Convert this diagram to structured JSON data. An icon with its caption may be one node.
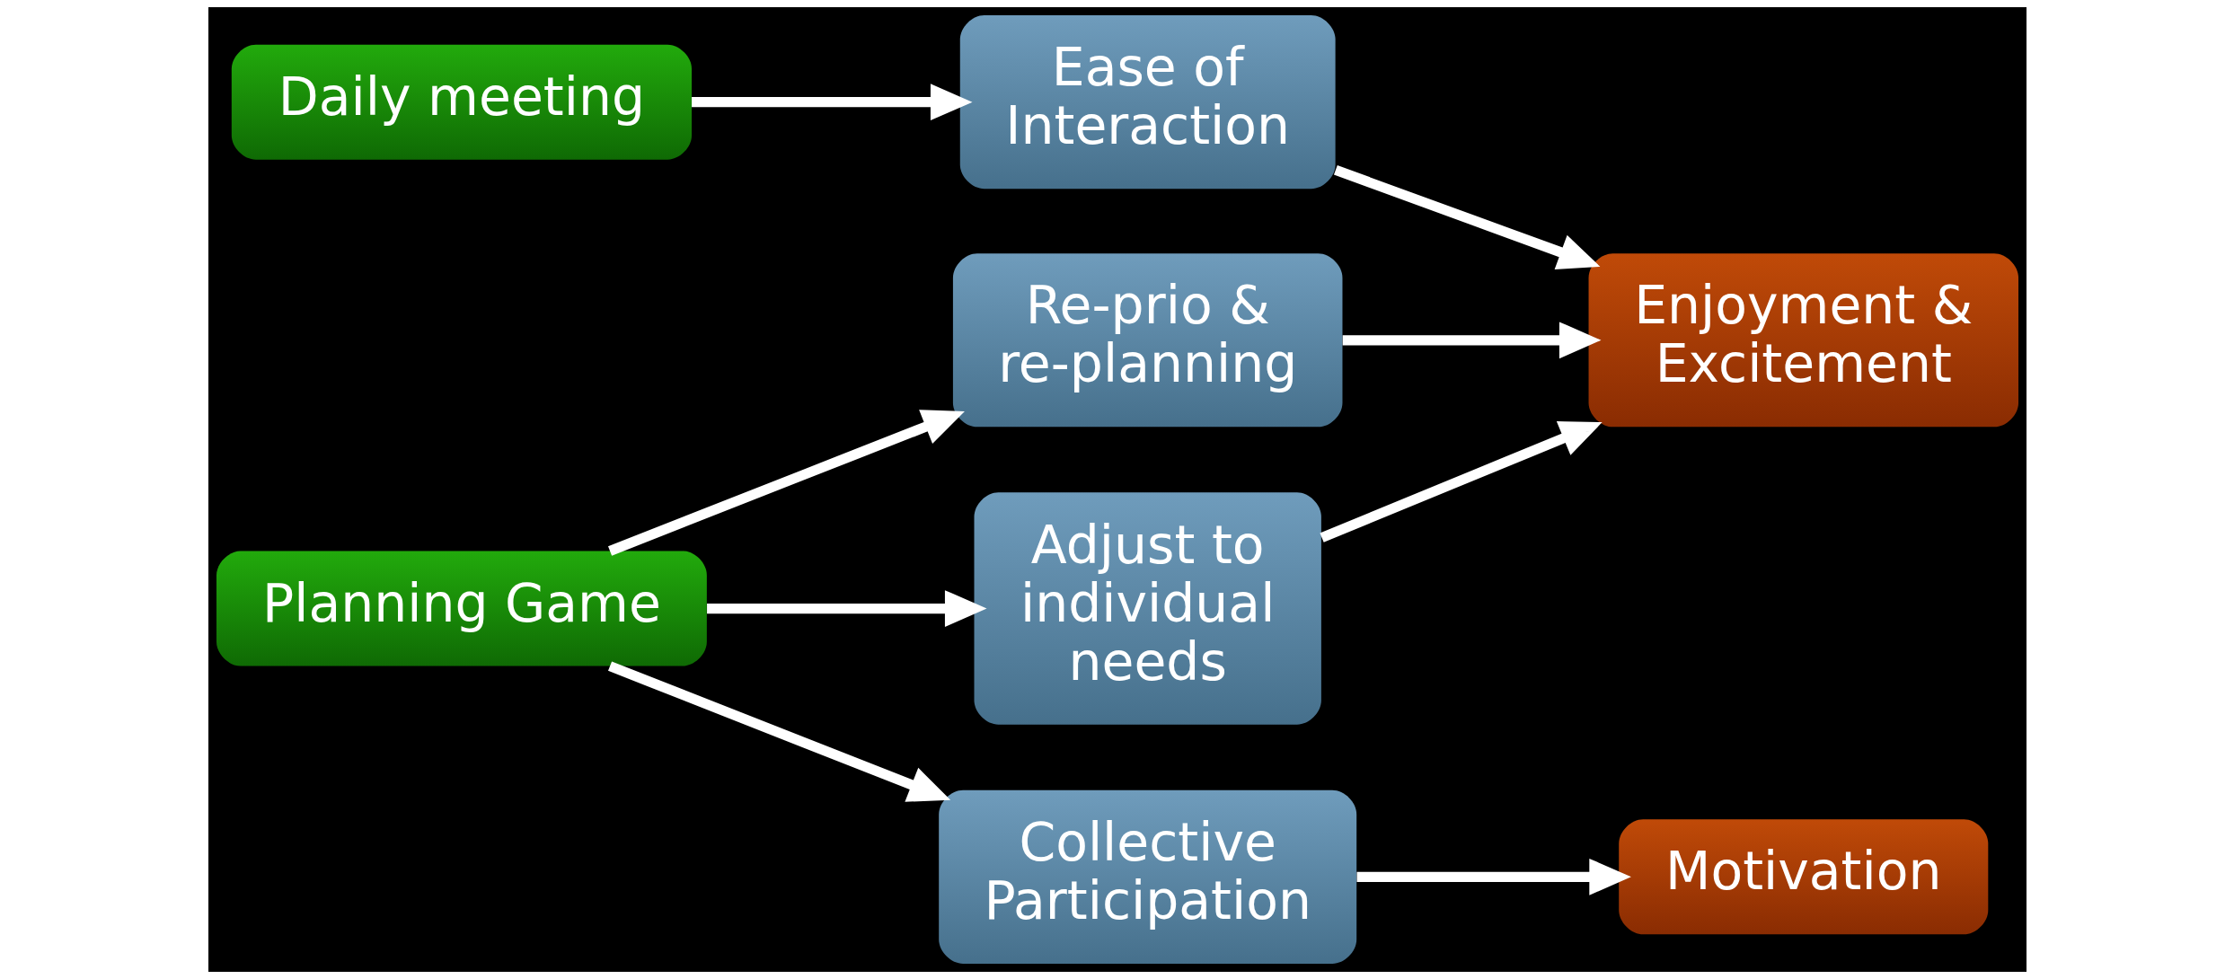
{
  "diagram": {
    "nodes": [
      {
        "text": [
          "Daily meeting"
        ]
      },
      {
        "text": [
          "Planning Game"
        ]
      },
      {
        "text": [
          "Ease of Interaction"
        ]
      },
      {
        "text": [
          "Re-prio & re-planning"
        ]
      },
      {
        "text": [
          "Adjust to individual needs"
        ]
      },
      {
        "text": [
          "Collective Participation"
        ]
      },
      {
        "text": [
          "Enjoyment & Excitement"
        ]
      },
      {
        "text": [
          "Motivation"
        ]
      }
    ],
    "edges": [
      {
        "from": 0,
        "to": 2,
        "arrow": "to"
      },
      {
        "from": 1,
        "to": 3,
        "arrow": "to"
      },
      {
        "from": 1,
        "to": 4,
        "arrow": "to"
      },
      {
        "from": 1,
        "to": 5,
        "arrow": "to"
      },
      {
        "from": 2,
        "to": 6,
        "arrow": "to"
      },
      {
        "from": 3,
        "to": 6,
        "arrow": "to"
      },
      {
        "from": 4,
        "to": 6,
        "arrow": "to"
      },
      {
        "from": 5,
        "to": 7,
        "arrow": "to"
      }
    ]
  }
}
